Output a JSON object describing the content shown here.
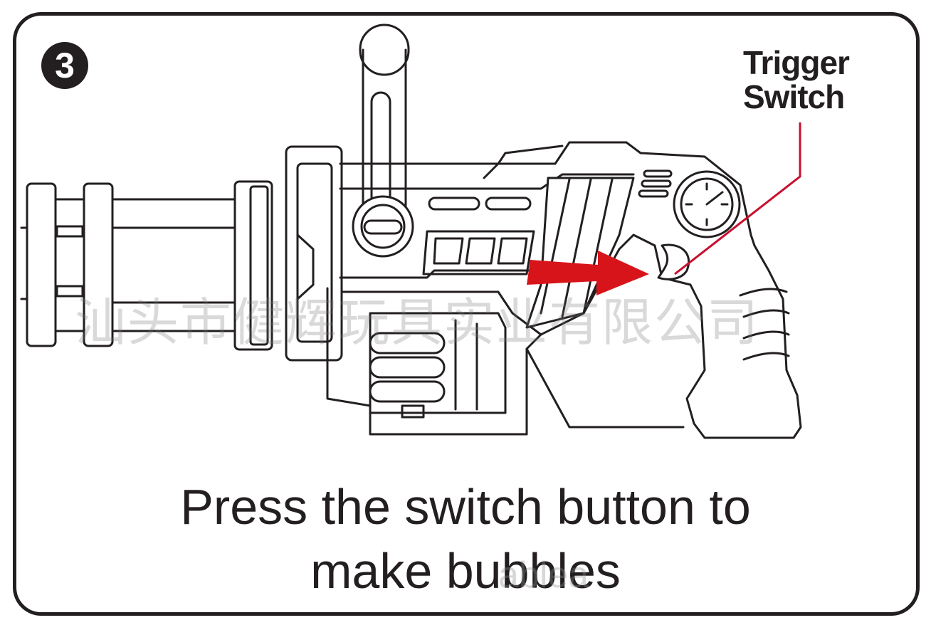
{
  "step_number": "3",
  "callout": {
    "line1": "Trigger",
    "line2": "Switch"
  },
  "instruction": {
    "line1": "Press the switch button to",
    "line2": "make bubbles"
  },
  "watermark": "汕头市健辉玩具实业有限公司",
  "faint_mark": "ablea",
  "colors": {
    "outline": "#231f20",
    "arrow": "#d7141a",
    "leader_line": "#c8102e"
  },
  "icons": [
    "bubble-gun-illustration",
    "direction-arrow-icon"
  ]
}
